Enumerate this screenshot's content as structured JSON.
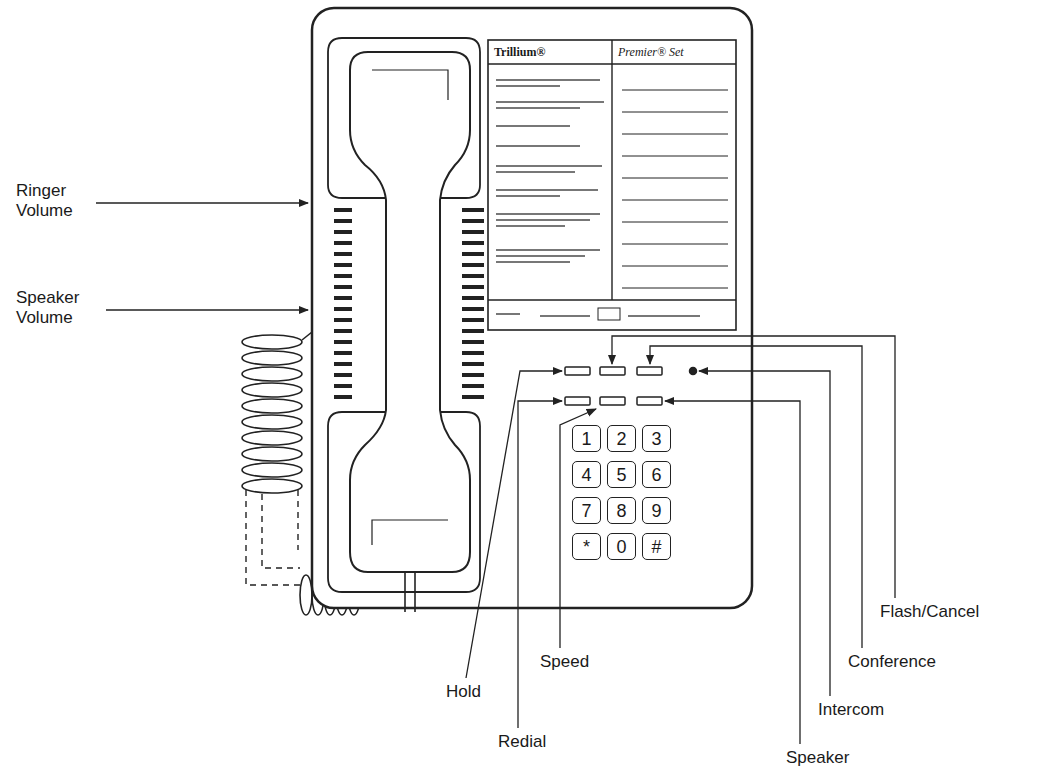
{
  "diagram": {
    "nodes": [
      {
        "text": [
          "1"
        ]
      },
      {
        "text": [
          "2"
        ]
      },
      {
        "text": [
          "3"
        ]
      },
      {
        "text": [
          "4"
        ]
      },
      {
        "text": [
          "5"
        ]
      },
      {
        "text": [
          "6"
        ]
      },
      {
        "text": [
          "7"
        ]
      },
      {
        "text": [
          "8"
        ]
      },
      {
        "text": [
          "9"
        ]
      },
      {
        "text": [
          "*"
        ]
      },
      {
        "text": [
          "0"
        ]
      },
      {
        "text": [
          "#"
        ]
      }
    ],
    "labels": [
      "Ringer Volume",
      "Speaker Volume",
      "Trillium®",
      "Premier® Set",
      "Hold",
      "Redial",
      "Speed",
      "Speaker",
      "Intercom",
      "Conference",
      "Flash/Cancel"
    ]
  }
}
